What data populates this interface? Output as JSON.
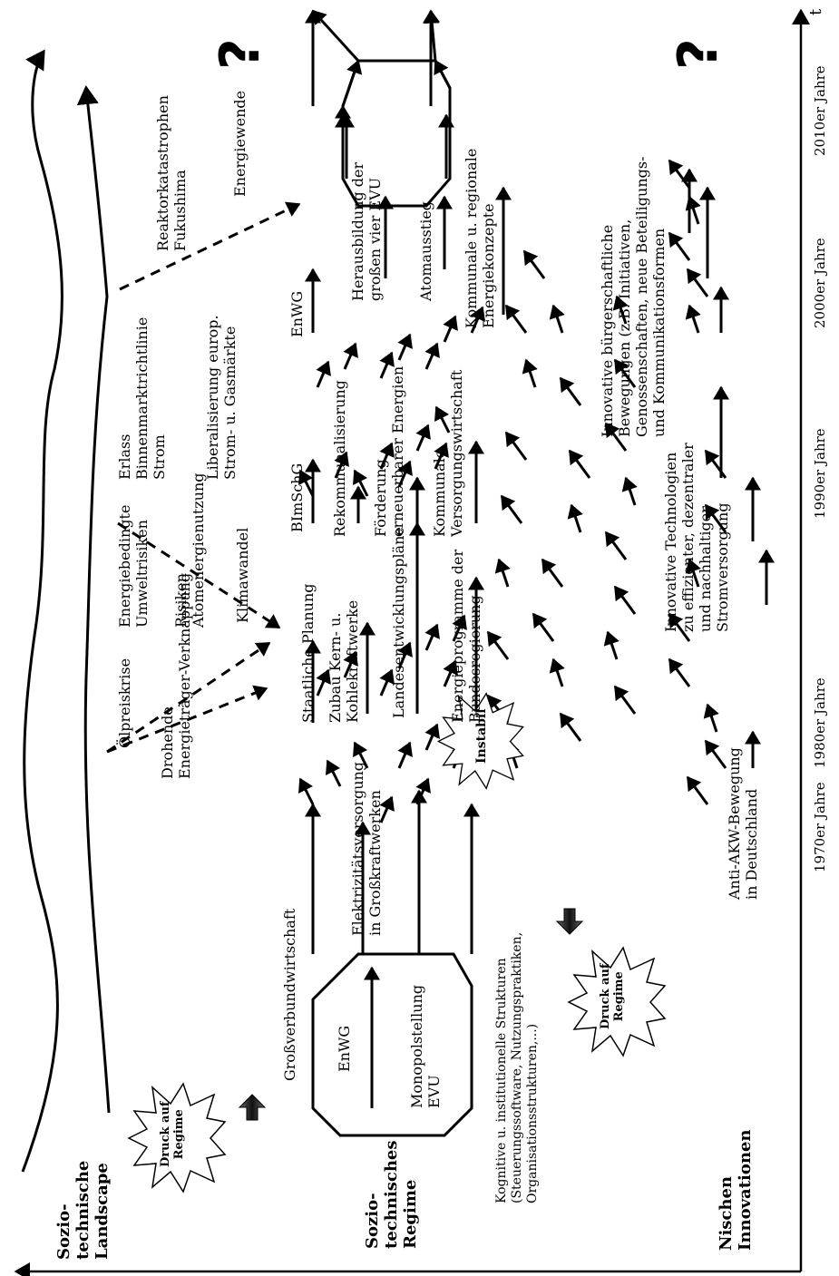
{
  "layers": {
    "landscape": "Sozio-technische Landscape",
    "regime_line1": "Sozio-",
    "regime_line2": "technisches",
    "regime_line3": "Regime",
    "niche_line1": "Nischen",
    "niche_line2": "Innovationen"
  },
  "time_axis": {
    "label": "t",
    "decades": [
      "1970er Jahre",
      "1980er Jahre",
      "1990er Jahre",
      "2000er Jahre",
      "2010er Jahre"
    ]
  },
  "pressure": {
    "top_line1": "Druck auf",
    "top_line2": "Regime",
    "bottom_line1": "Druck auf",
    "bottom_line2": "Regime"
  },
  "instabil": "Instabil",
  "question_mark": "?",
  "landscape_events": {
    "e1": [
      "Ölpreiskrise"
    ],
    "e2": [
      "Drohende",
      "Energieträger-Verknappung"
    ],
    "e3": [
      "Energiebedingte",
      "Umweltrisiken"
    ],
    "e4": [
      "Risiken",
      "Atomenergienutzung"
    ],
    "e5": [
      "Klimawandel"
    ],
    "e6": [
      "Erlass",
      "Binnenmarktrichtlinie",
      "Strom"
    ],
    "e7": [
      "Liberalisierung europ.",
      "Strom- u. Gasmärkte"
    ],
    "e8": [
      "Reaktorkatastrophen",
      "Fukushima"
    ],
    "e9": [
      "Energiewende"
    ]
  },
  "regime": {
    "enwg_box": "EnWG",
    "monopol": [
      "Monopolstellung",
      "EVU"
    ],
    "grossverbund": "Großverbundwirtschaft",
    "elektrizitaet": [
      "Elektrizitätsversorgung",
      "in Großkraftwerken"
    ],
    "kognitive": [
      "Kognitive u. institutionelle Strukturen",
      "(Steuerungssoftware, Nutzungspraktiken,",
      "Organisationsstrukturen,...)"
    ],
    "staatliche": "Staatliche Planung",
    "zubau": [
      "Zubau Kern- u.",
      "Kohlekraftwerke"
    ],
    "landesentw": "Landesentwicklungspläne",
    "energieprog": [
      "Energieprogramme der",
      "Bundesregierung"
    ],
    "bimschg": "BImSchG",
    "rekommunal": "Rekommunalisierung",
    "foerderung": [
      "Förderung",
      "erneuerbarer Energien"
    ],
    "kommunale_vw": [
      "Kommunale",
      "Versorgungswirtschaft"
    ],
    "enwg2": "EnWG",
    "herausbildung": [
      "Herausbildung der",
      "großen vier EVU"
    ],
    "atomausstieg": "Atomausstieg",
    "kommunal_regional": [
      "Kommunale u. regionale",
      "Energiekonzepte"
    ]
  },
  "niches": {
    "anti_akw": [
      "Anti-AKW-Bewegung",
      "in Deutschland"
    ],
    "innovative_tech": [
      "Innovative Technologien",
      "zu effizienter, dezentraler",
      "und nachhaltiger",
      "Stromversorgung"
    ],
    "buerger": [
      "Innovative bürgerschaftliche",
      "Bewegungen (z.B. Initiativen,",
      "Genossenschaften, neue Beteiligungs-",
      "und Kommunikationsformen"
    ]
  }
}
